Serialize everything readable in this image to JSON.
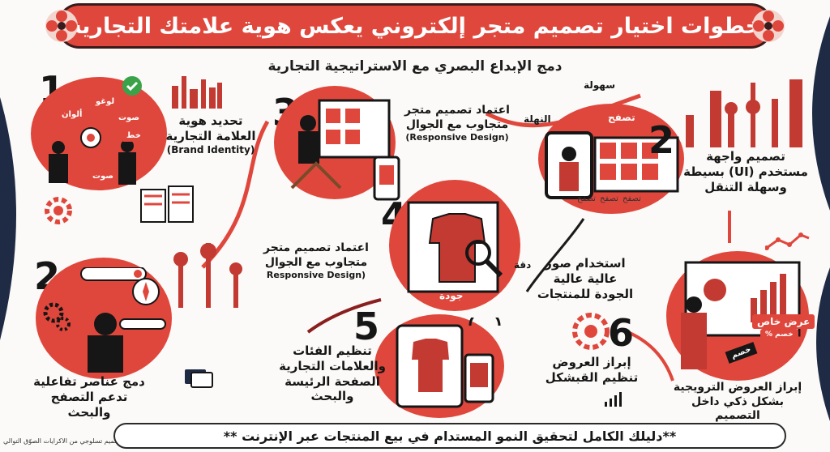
{
  "title": "خطوات اختيار تصميم متجر إلكتروني يعكس هوية علامتك التجارية",
  "subtitle": "دمج الإبداع البصري مع الاستراتيجية التجارية",
  "steps": [
    {
      "number": "1",
      "lines": [
        "تحديد هوية",
        "العلامة التجارية",
        "(Brand Identity)"
      ],
      "tags": [
        "لوغو",
        "ألوان",
        "صوت",
        "خط",
        "صوت"
      ]
    },
    {
      "number": "2",
      "lines": [
        "دمج عناصر تفاعلية",
        "تدعم التصفح",
        "والبحث"
      ]
    },
    {
      "number": "3",
      "lines": [
        "اعتماد تصميم متجر",
        "متجاوب مع الجوال",
        "(Responsive Design)"
      ]
    },
    {
      "number": "4",
      "lines": [
        "اعتماد تصميم متجر",
        "متجاوب مع الجوال",
        "(Responsive Design"
      ],
      "tags": [
        "دقة",
        "جودة"
      ]
    },
    {
      "number": "5",
      "lines": [
        "تنظيم الفئات",
        "والعلامات التجارية",
        "الصفحة الرئيسة",
        "والبحث"
      ]
    },
    {
      "number": "6",
      "lines": [
        "إبراز العروض",
        "تنظيم القبشكل"
      ]
    },
    {
      "number": "2",
      "lines": [
        "تصميم واجهة",
        "مستخدم (UI) بسيطة",
        "وسهلة التنقل"
      ],
      "tags": [
        "سهولة",
        "النهلة",
        "تصفح",
        "تصفح",
        "تصفح",
        "تصفح"
      ]
    }
  ],
  "images_caption": [
    "استخدام صور",
    "عالية عالية",
    "الجودة للمنتجات"
  ],
  "promo": {
    "lines": [
      "إبراز العروض الترويجية",
      "بشكل ذكي داخل",
      "التصميم"
    ],
    "badge": "عرض خاص",
    "badge_sub": "خصم %",
    "tag": "خصم"
  },
  "footer": "**دليلك الكامل لتحقيق النمو المستدام في بيع المنتجات عبر الإنترنت **",
  "credit": "تصميم تسلوجي من الاكرايات الصوّق التوالي",
  "colors": {
    "accent": "#e0473c",
    "dark": "#161616",
    "navy": "#1f2a44"
  }
}
